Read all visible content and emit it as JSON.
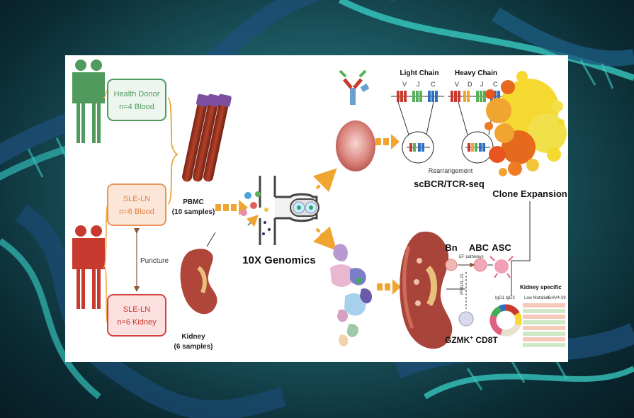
{
  "cohorts": {
    "health": {
      "title": "Health Donor",
      "detail": "n=4 Blood"
    },
    "sle_blood": {
      "title": "SLE-LN",
      "detail": "n=6 Blood"
    },
    "sle_kidney": {
      "title": "SLE-LN",
      "detail": "n=6 Kidney"
    },
    "link_label": "Puncture"
  },
  "samples": {
    "pbmc_title": "PBMC",
    "pbmc_count": "(10 samples)",
    "kidney_title": "Kidney",
    "kidney_count": "(6 samples)"
  },
  "platform": "10X Genomics",
  "bcr": {
    "light_chain": "Light Chain",
    "heavy_chain": "Heavy Chain",
    "light_segments": [
      "V",
      "J",
      "C"
    ],
    "heavy_segments": [
      "V",
      "D",
      "J",
      "C"
    ],
    "rearrangement": "Rearrangement",
    "method": "scBCR/TCR-seq",
    "clone_expansion": "Clone Expansion"
  },
  "pathway": {
    "bn": "Bn",
    "abc": "ABC",
    "asc": "ASC",
    "ef_label": "EF pathways",
    "ifng_label": "IFNG/IL-21",
    "cd8t_prefix": "GZMK",
    "cd8t_sup": "+",
    "cd8t_suffix": " CD8T",
    "isotypes": "IgG1 IgG3",
    "kidney_specific": "Kidney specific",
    "low_mutation": "Low Mutation",
    "ighv": "IGHV4-39"
  },
  "colors": {
    "health_green": "#4f9a5c",
    "sle_orange": "#e9955b",
    "sle_red": "#d6433f",
    "arrow_orange": "#f0a531"
  }
}
